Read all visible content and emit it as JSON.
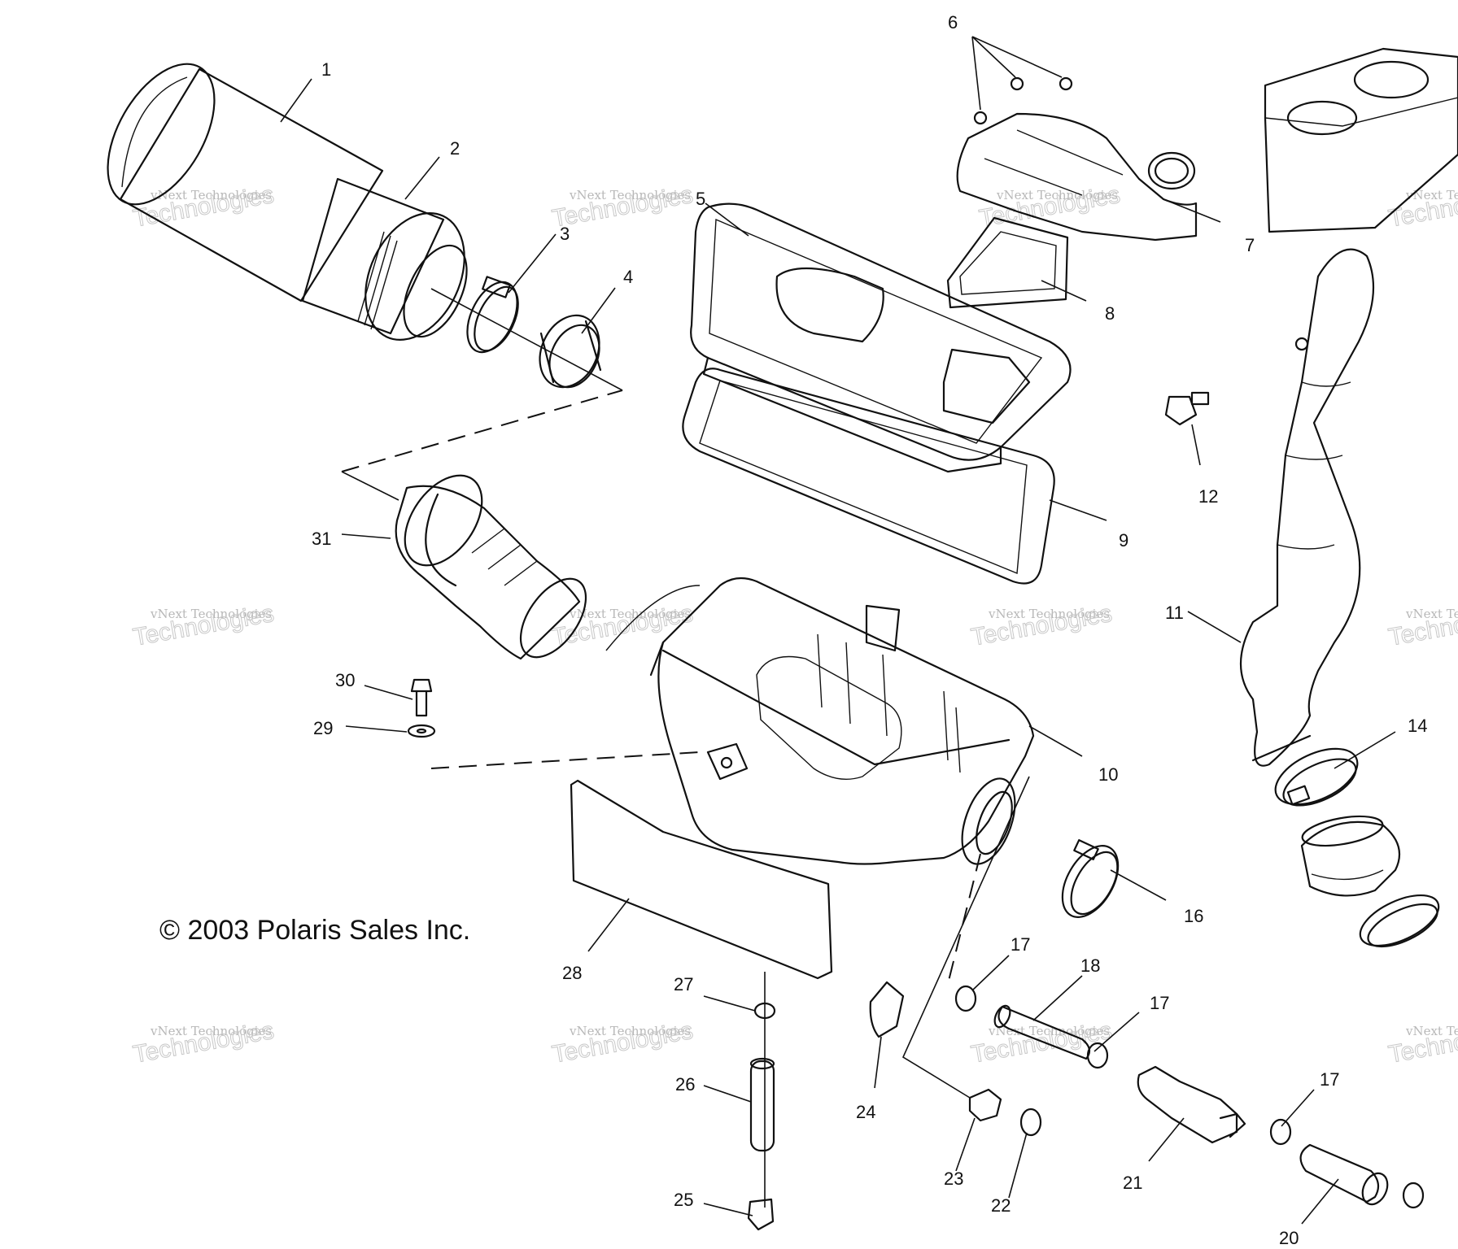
{
  "copyright": "© 2003 Polaris Sales Inc.",
  "watermark": {
    "line1": "vNext Technologies",
    "line2": "Technologies"
  },
  "callouts": [
    "1",
    "2",
    "3",
    "4",
    "5",
    "6",
    "7",
    "8",
    "9",
    "10",
    "11",
    "12",
    "14",
    "16",
    "17",
    "17",
    "17",
    "18",
    "20",
    "21",
    "22",
    "23",
    "24",
    "25",
    "26",
    "27",
    "28",
    "29",
    "30",
    "31"
  ]
}
